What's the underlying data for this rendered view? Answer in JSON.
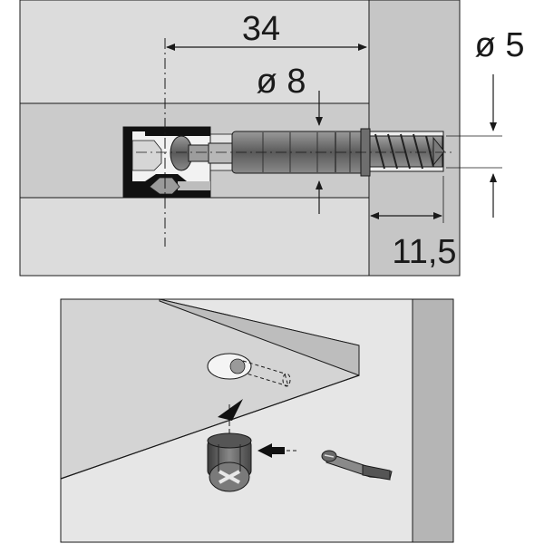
{
  "top_drawing": {
    "dim_length": "34",
    "dim_bolt_diameter": "ø 8",
    "dim_screw_diameter": "ø 5",
    "dim_screw_depth": "11,5"
  },
  "colors": {
    "panel": "#d9d9d9",
    "panel_dark": "#c4c4c4",
    "board_side": "#a8a8a8",
    "metal": "#8c8c8c",
    "outline": "#1a1a1a"
  }
}
